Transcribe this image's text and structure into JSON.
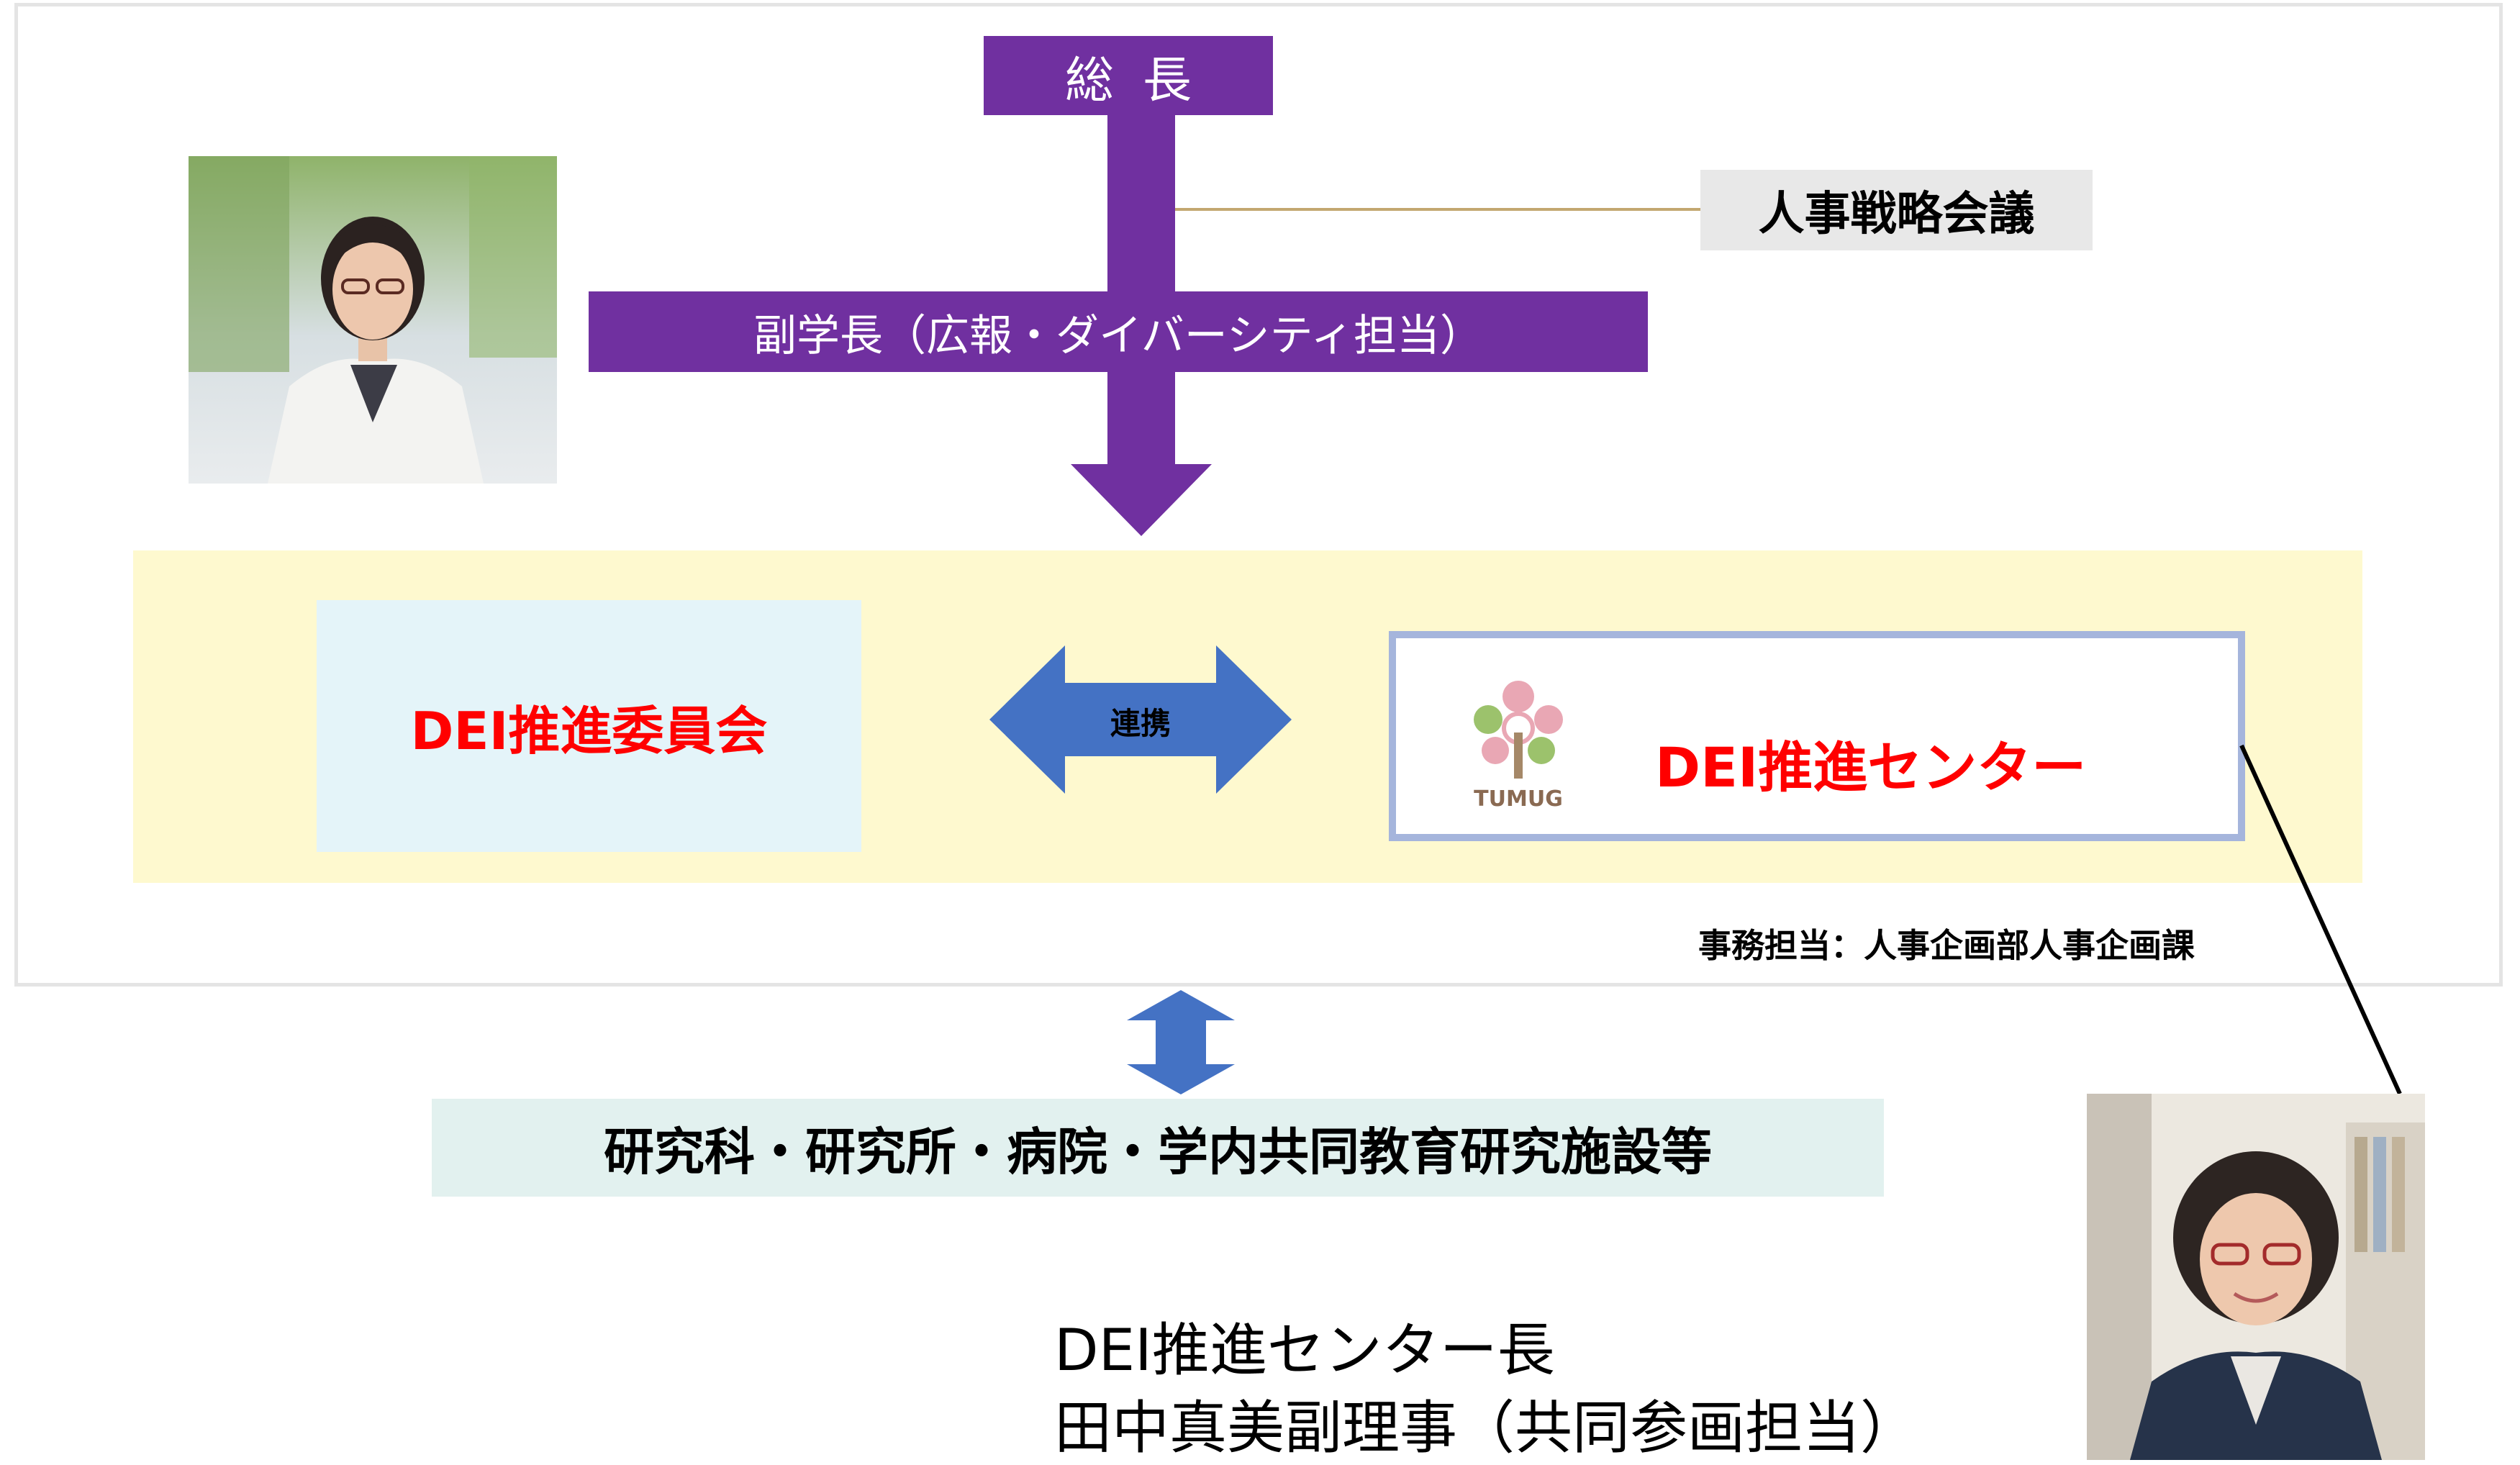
{
  "org": {
    "president": "総長",
    "vice_president": "副学長（広報・ダイバーシティ担当）",
    "hr_council": "人事戦略会議",
    "committee": "DEI推進委員会",
    "link_label": "連携",
    "center": "DEI推進センター",
    "logo_text": "TUMUG",
    "admin": "事務担当：人事企画部人事企画課",
    "faculties": "研究科・研究所・病院・学内共同教育研究施設等"
  },
  "director": {
    "title": "DEI推進センター長",
    "name": "田中真美副理事（共同参画担当）"
  },
  "colors": {
    "purple": "#7030a0",
    "red": "#ff0000",
    "blue_arrow": "#4472c4",
    "yellow_band": "#fef9cf",
    "hr_line": "#c3a770"
  }
}
